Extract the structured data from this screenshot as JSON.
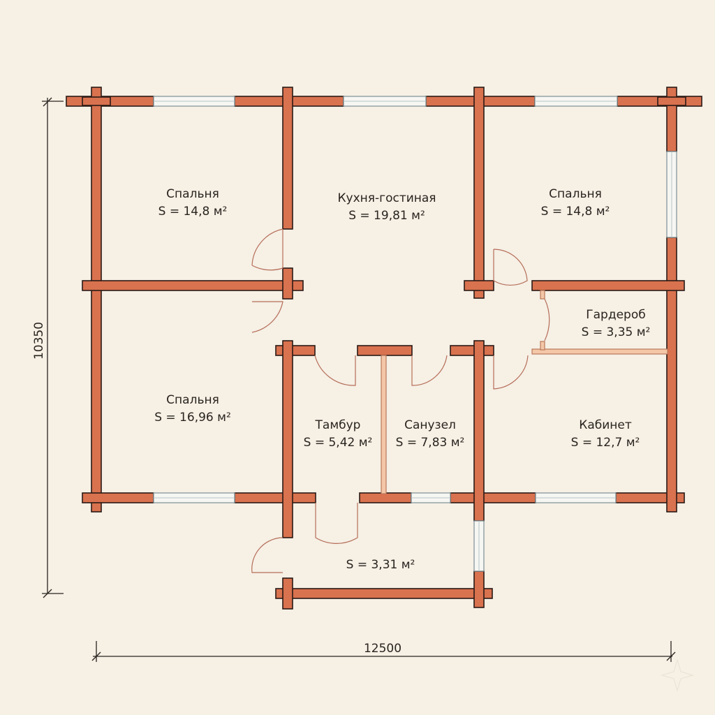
{
  "rooms": [
    {
      "id": "bedroom-nw",
      "name": "Спальня",
      "area": "S = 14,8 м²"
    },
    {
      "id": "kitchen-living",
      "name": "Кухня-гостиная",
      "area": "S = 19,81 м²"
    },
    {
      "id": "bedroom-ne",
      "name": "Спальня",
      "area": "S = 14,8 м²"
    },
    {
      "id": "wardrobe",
      "name": "Гардероб",
      "area": "S = 3,35 м²"
    },
    {
      "id": "bedroom-sw",
      "name": "Спальня",
      "area": "S = 16,96 м²"
    },
    {
      "id": "vestibule",
      "name": "Тамбур",
      "area": "S = 5,42 м²"
    },
    {
      "id": "bathroom",
      "name": "Санузел",
      "area": "S = 7,83 м²"
    },
    {
      "id": "office",
      "name": "Кабинет",
      "area": "S = 12,7 м²"
    },
    {
      "id": "porch",
      "name": "",
      "area": "S = 3,31 м²"
    }
  ],
  "dimensions": {
    "height": "10350",
    "width": "12500"
  },
  "colors": {
    "background": "#f6f0e5",
    "wall": "#d9724f",
    "outline": "#2a1a14"
  }
}
